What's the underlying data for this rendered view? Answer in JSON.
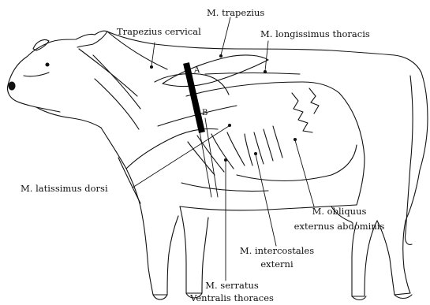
{
  "labels": {
    "trapezius_cervical": "Trapezius cervical",
    "m_trapezius": "M. trapezius",
    "m_longissimus_thoracis": "M. longissimus thoracis",
    "m_latissimus_dorsi": "M. latissimus dorsi",
    "m_obliquus_line1": "M. obliquus",
    "m_obliquus_line2": "externus abdominis",
    "m_intercostales_line1": "M. intercostales",
    "m_intercostales_line2": "externi",
    "m_serratus_line1": "M. serratus",
    "m_serratus_line2": "Ventralis thoraces"
  },
  "markers": {
    "a": "A",
    "b": "B"
  },
  "colors": {
    "ink": "#111111",
    "bar": "#000000",
    "background": "#ffffff"
  }
}
